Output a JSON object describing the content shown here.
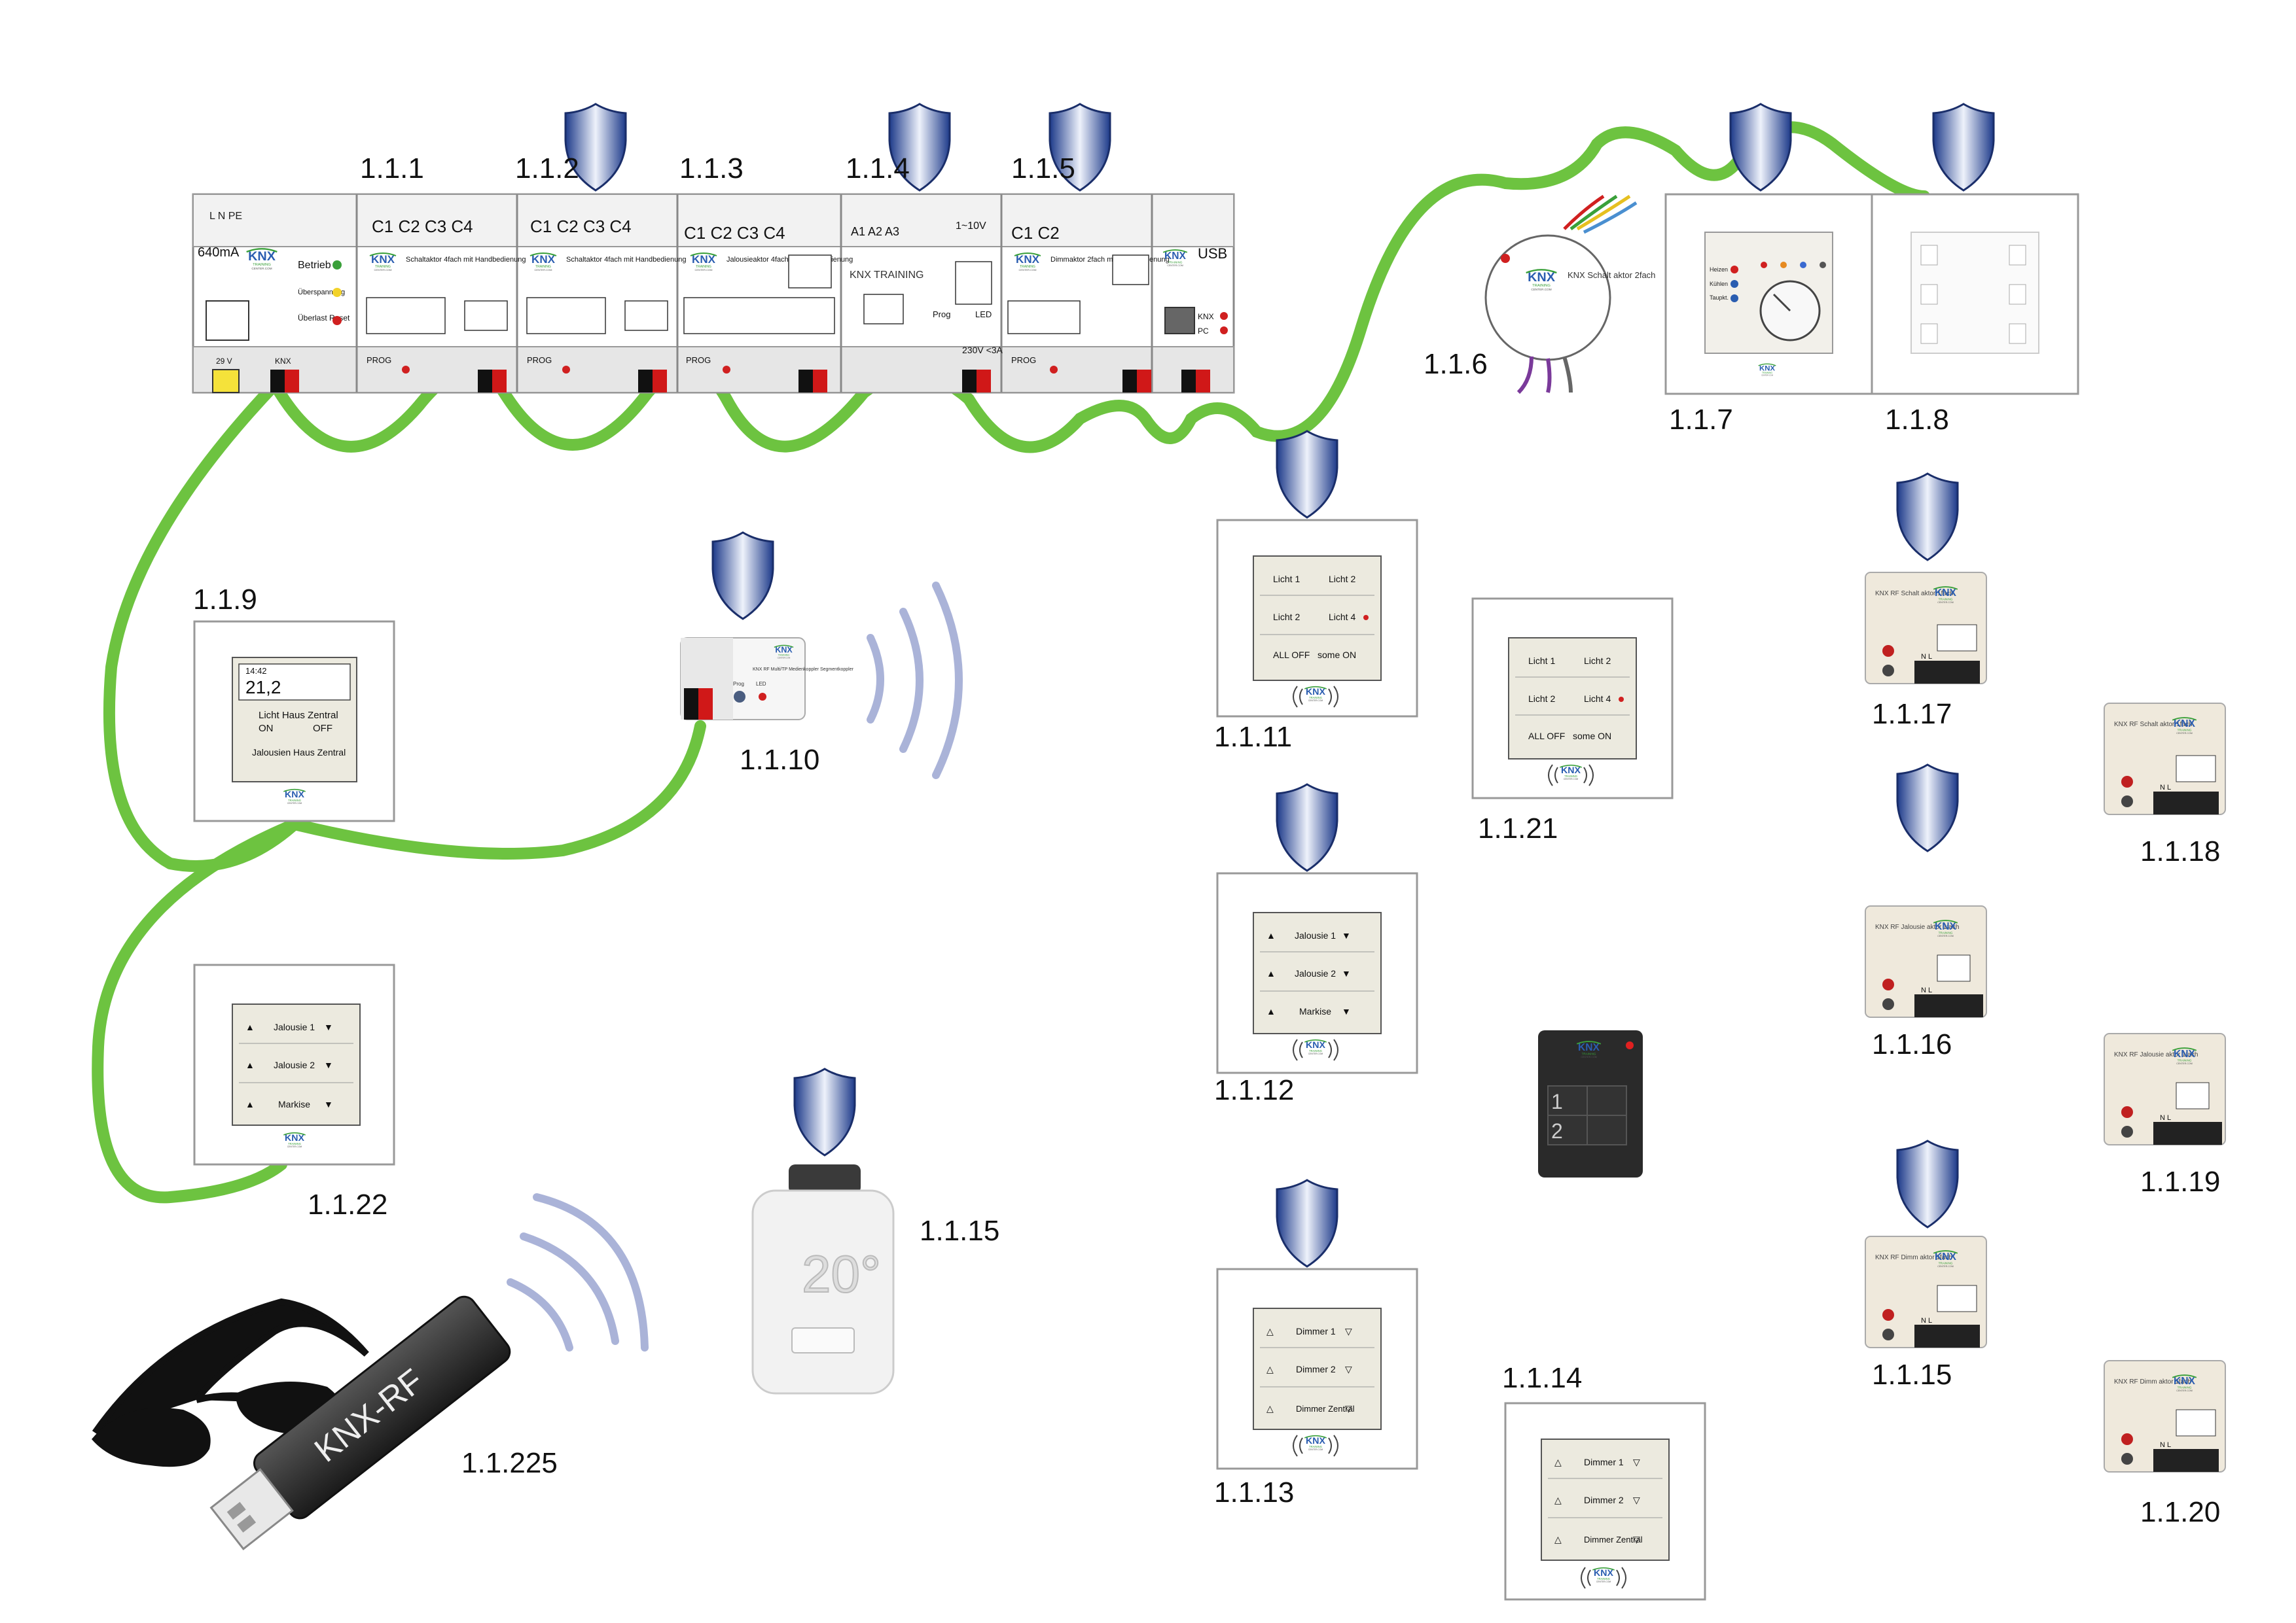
{
  "devices": [
    {
      "id": "psu",
      "address": "",
      "labels": {
        "terminals": "L N PE",
        "current": "640mA",
        "betrieb": "Betrieb",
        "ueberspannung": "Überspannung",
        "ueberlast": "Überlast Reset",
        "volt": "29 V",
        "knx": "KNX"
      }
    },
    {
      "id": "switch-actuator-1",
      "address": "1.1.1",
      "labels": {
        "channels": "C1 C2 C3 C4",
        "title": "Schaltaktor 4fach mit Handbedienung",
        "prog": "PROG",
        "knx": "KNX"
      }
    },
    {
      "id": "switch-actuator-2",
      "address": "1.1.2",
      "labels": {
        "channels": "C1 C2 C3 C4",
        "title": "Schaltaktor 4fach mit Handbedienung",
        "prog": "PROG",
        "knx": "KNX"
      }
    },
    {
      "id": "blind-actuator",
      "address": "1.1.3",
      "labels": {
        "channels": "C1 C2 C3 C4",
        "title": "Jalousieaktor 4fach mit Handbedienung",
        "prog": "PROG",
        "knx": "KNX"
      }
    },
    {
      "id": "analog-actuator",
      "address": "1.1.4",
      "labels": {
        "channels": "A1 A2 A3",
        "range": "1~10V",
        "brand": "KNX TRAINING",
        "prog": "Prog",
        "led": "LED",
        "load": "230V <3A"
      }
    },
    {
      "id": "dimmer-actuator",
      "address": "1.1.5",
      "labels": {
        "channels": "C1 C2",
        "title": "Dimmaktor 2fach mit Handbedienung",
        "prog": "PROG",
        "knx": "KNX"
      }
    },
    {
      "id": "usb-interface",
      "address": "",
      "labels": {
        "usb": "USB",
        "knx": "KNX",
        "pc": "PC"
      }
    },
    {
      "id": "flush-switch",
      "address": "1.1.6",
      "labels": {
        "title": "KNX Schalt aktor 2fach"
      }
    },
    {
      "id": "thermostat",
      "address": "1.1.7",
      "labels": {
        "heizen": "Heizen",
        "kuehlen": "Kühlen",
        "taupkt": "Taupkt."
      }
    },
    {
      "id": "push-button-6",
      "address": "1.1.8",
      "labels": {}
    },
    {
      "id": "display-panel",
      "address": "1.1.9",
      "labels": {
        "time": "14:42",
        "temp": "21,2",
        "row1": "Licht Haus Zentral",
        "on": "ON",
        "off": "OFF",
        "row2": "Jalousien Haus Zentral"
      }
    },
    {
      "id": "media-coupler",
      "address": "1.1.10",
      "labels": {
        "title": "KNX RF Multi/TP Medienkoppler Segmentkoppler",
        "prog": "Prog",
        "led": "LED"
      }
    },
    {
      "id": "rf-light-switch",
      "address": "1.1.11",
      "labels": {
        "l1": "Licht 1",
        "l2": "Licht 2",
        "l3": "Licht 2",
        "l4": "Licht 4",
        "l5": "ALL OFF",
        "l6": "some ON"
      }
    },
    {
      "id": "rf-light-switch-2",
      "address": "1.1.21",
      "labels": {
        "l1": "Licht 1",
        "l2": "Licht 2",
        "l3": "Licht 2",
        "l4": "Licht 4",
        "l5": "ALL OFF",
        "l6": "some ON"
      }
    },
    {
      "id": "rf-blind-switch",
      "address": "1.1.12",
      "labels": {
        "r1": "Jalousie 1",
        "r2": "Jalousie 2",
        "r3": "Markise"
      }
    },
    {
      "id": "blind-switch",
      "address": "1.1.22",
      "labels": {
        "r1": "Jalousie 1",
        "r2": "Jalousie 2",
        "r3": "Markise"
      }
    },
    {
      "id": "rf-dimmer-switch",
      "address": "1.1.13",
      "labels": {
        "r1": "Dimmer 1",
        "r2": "Dimmer 2",
        "r3": "Dimmer Zentral"
      }
    },
    {
      "id": "rf-dimmer-switch-2",
      "address": "1.1.14",
      "labels": {
        "r1": "Dimmer 1",
        "r2": "Dimmer 2",
        "r3": "Dimmer Zentral"
      }
    },
    {
      "id": "radiator-valve",
      "address": "1.1.15",
      "labels": {
        "display": "20°"
      }
    },
    {
      "id": "remote",
      "address": "",
      "labels": {
        "b1": "1",
        "b2": "2"
      }
    },
    {
      "id": "rf-switch-actuator-a",
      "address": "1.1.17",
      "labels": {
        "title": "KNX RF Schalt aktor 1fach",
        "terms": "N L"
      }
    },
    {
      "id": "rf-switch-actuator-b",
      "address": "1.1.18",
      "labels": {
        "title": "KNX RF Schalt aktor 1fach",
        "terms": "N L"
      }
    },
    {
      "id": "rf-blind-actuator-a",
      "address": "1.1.16",
      "labels": {
        "title": "KNX RF Jalousie aktor 1fach",
        "terms": "N L"
      }
    },
    {
      "id": "rf-blind-actuator-b",
      "address": "1.1.19",
      "labels": {
        "title": "KNX RF Jalousie aktor 1fach",
        "terms": "N L"
      }
    },
    {
      "id": "rf-dim-actuator-a",
      "address": "1.1.15",
      "labels": {
        "title": "KNX RF Dimm aktor 1fach",
        "terms": "N L"
      }
    },
    {
      "id": "rf-dim-actuator-b",
      "address": "1.1.20",
      "labels": {
        "title": "KNX RF Dimm aktor 1fach",
        "terms": "N L"
      }
    },
    {
      "id": "attacker-stick",
      "address": "1.1.225",
      "labels": {
        "stick": "KNX-RF"
      }
    }
  ],
  "brand": {
    "name": "KNX",
    "sub": "TRAINING CENTER.COM"
  },
  "colors": {
    "bus": "#6dc340",
    "shield_dark": "#1f3f8f",
    "shield_light": "#dfe7f5",
    "wave": "#aab3d8",
    "din_header": "#f2f2f2",
    "din_body": "#ffffff",
    "knx_green": "#3aa03a",
    "knx_blue": "#2a5db0"
  }
}
